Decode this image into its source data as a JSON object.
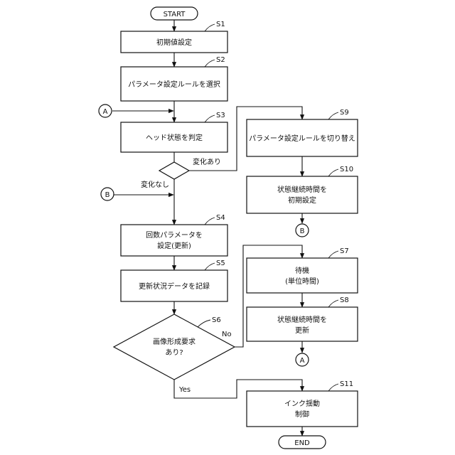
{
  "terminals": {
    "start": "START",
    "end": "END"
  },
  "connectors": {
    "a": "A",
    "b": "B"
  },
  "steps": {
    "s1": {
      "label": "S1",
      "lines": [
        "初期値設定"
      ]
    },
    "s2": {
      "label": "S2",
      "lines": [
        "パラメータ設定ルールを選択"
      ]
    },
    "s3": {
      "label": "S3",
      "lines": [
        "ヘッド状態を判定"
      ]
    },
    "s4": {
      "label": "S4",
      "lines": [
        "回数パラメータを",
        "設定(更新)"
      ]
    },
    "s5": {
      "label": "S5",
      "lines": [
        "更新状況データを記録"
      ]
    },
    "s6": {
      "label": "S6",
      "lines": [
        "画像形成要求",
        "あり?"
      ]
    },
    "s7": {
      "label": "S7",
      "lines": [
        "待機",
        "(単位時間)"
      ]
    },
    "s8": {
      "label": "S8",
      "lines": [
        "状態継続時間を",
        "更新"
      ]
    },
    "s9": {
      "label": "S9",
      "lines": [
        "パラメータ設定ルールを切り替え"
      ]
    },
    "s10": {
      "label": "S10",
      "lines": [
        "状態継続時間を",
        "初期設定"
      ]
    },
    "s11": {
      "label": "S11",
      "lines": [
        "インク揺動",
        "制御"
      ]
    }
  },
  "branches": {
    "changed": "変化あり",
    "unchanged": "変化なし",
    "no": "No",
    "yes": "Yes"
  }
}
